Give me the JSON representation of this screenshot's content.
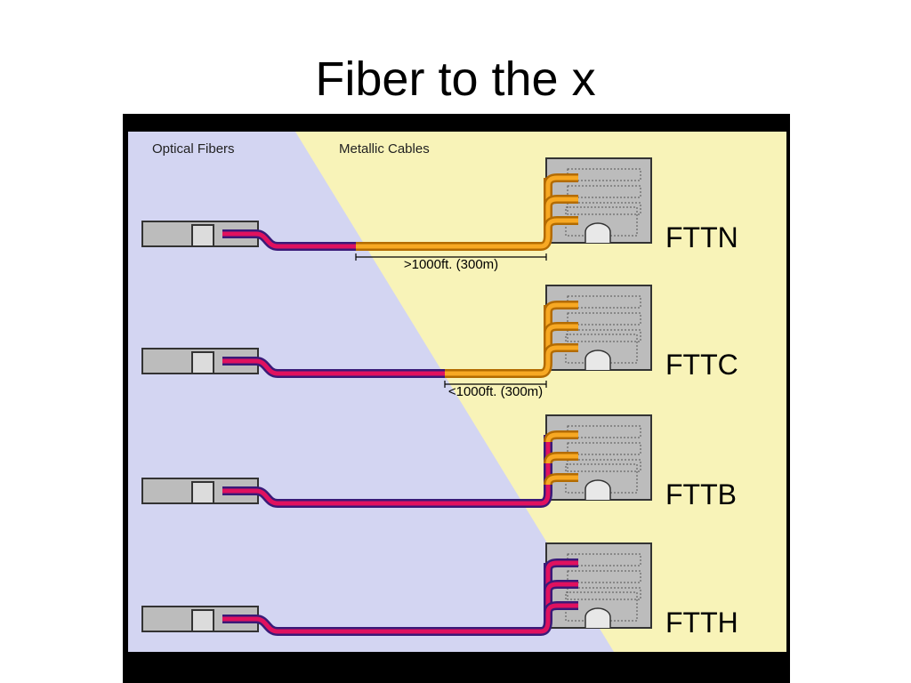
{
  "slide": {
    "title": "Fiber to the x"
  },
  "diagram": {
    "legend": {
      "optical": "Optical Fibers",
      "metallic": "Metallic Cables"
    },
    "rows": [
      {
        "label": "FTTN",
        "distance": ">1000ft. (300m)"
      },
      {
        "label": "FTTC",
        "distance": "<1000ft. (300m)"
      },
      {
        "label": "FTTB",
        "distance": ""
      },
      {
        "label": "FTTH",
        "distance": ""
      }
    ]
  },
  "colors": {
    "frame": "#000000",
    "optical_zone": "#d3d5f2",
    "metallic_zone": "#f8f3b8",
    "fiber": "#3a1a78",
    "fiber_core": "#e0115f",
    "copper": "#b36b00",
    "copper_core": "#f7a823",
    "building": "#bcbcbc"
  }
}
